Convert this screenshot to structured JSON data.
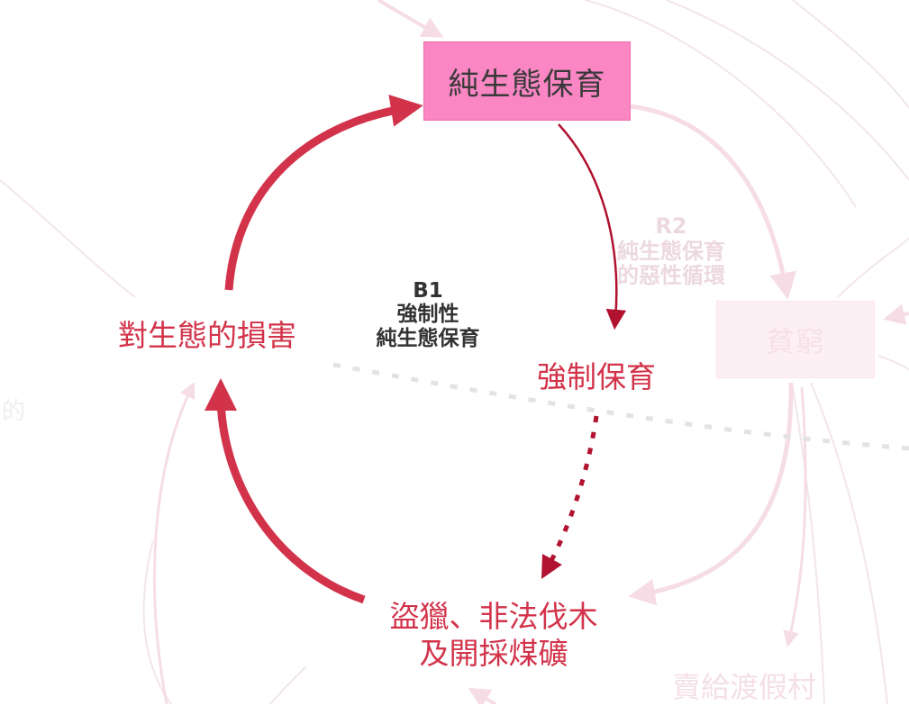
{
  "nodes": {
    "pure_conservation": "純生態保育",
    "forced_conservation": "強制保育",
    "poaching_line1": "盜獵、非法伐木",
    "poaching_line2": "及開採煤礦",
    "ecological_damage": "對生態的損害",
    "poverty": "貧窮",
    "sell_to_resort": "賣給渡假村",
    "left_edge_fragment": "的"
  },
  "loops": {
    "b1": {
      "id": "B1",
      "line1": "強制性",
      "line2": "純生態保育"
    },
    "r2": {
      "id": "R2",
      "line1": "純生態保育",
      "line2": "的惡性循環"
    }
  },
  "colors": {
    "main_arrow": "#d2334a",
    "dark_arrow": "#b0122f",
    "main_box_fill": "#fa86c4",
    "faded": "#f6dde5",
    "label_text": "#333333"
  }
}
